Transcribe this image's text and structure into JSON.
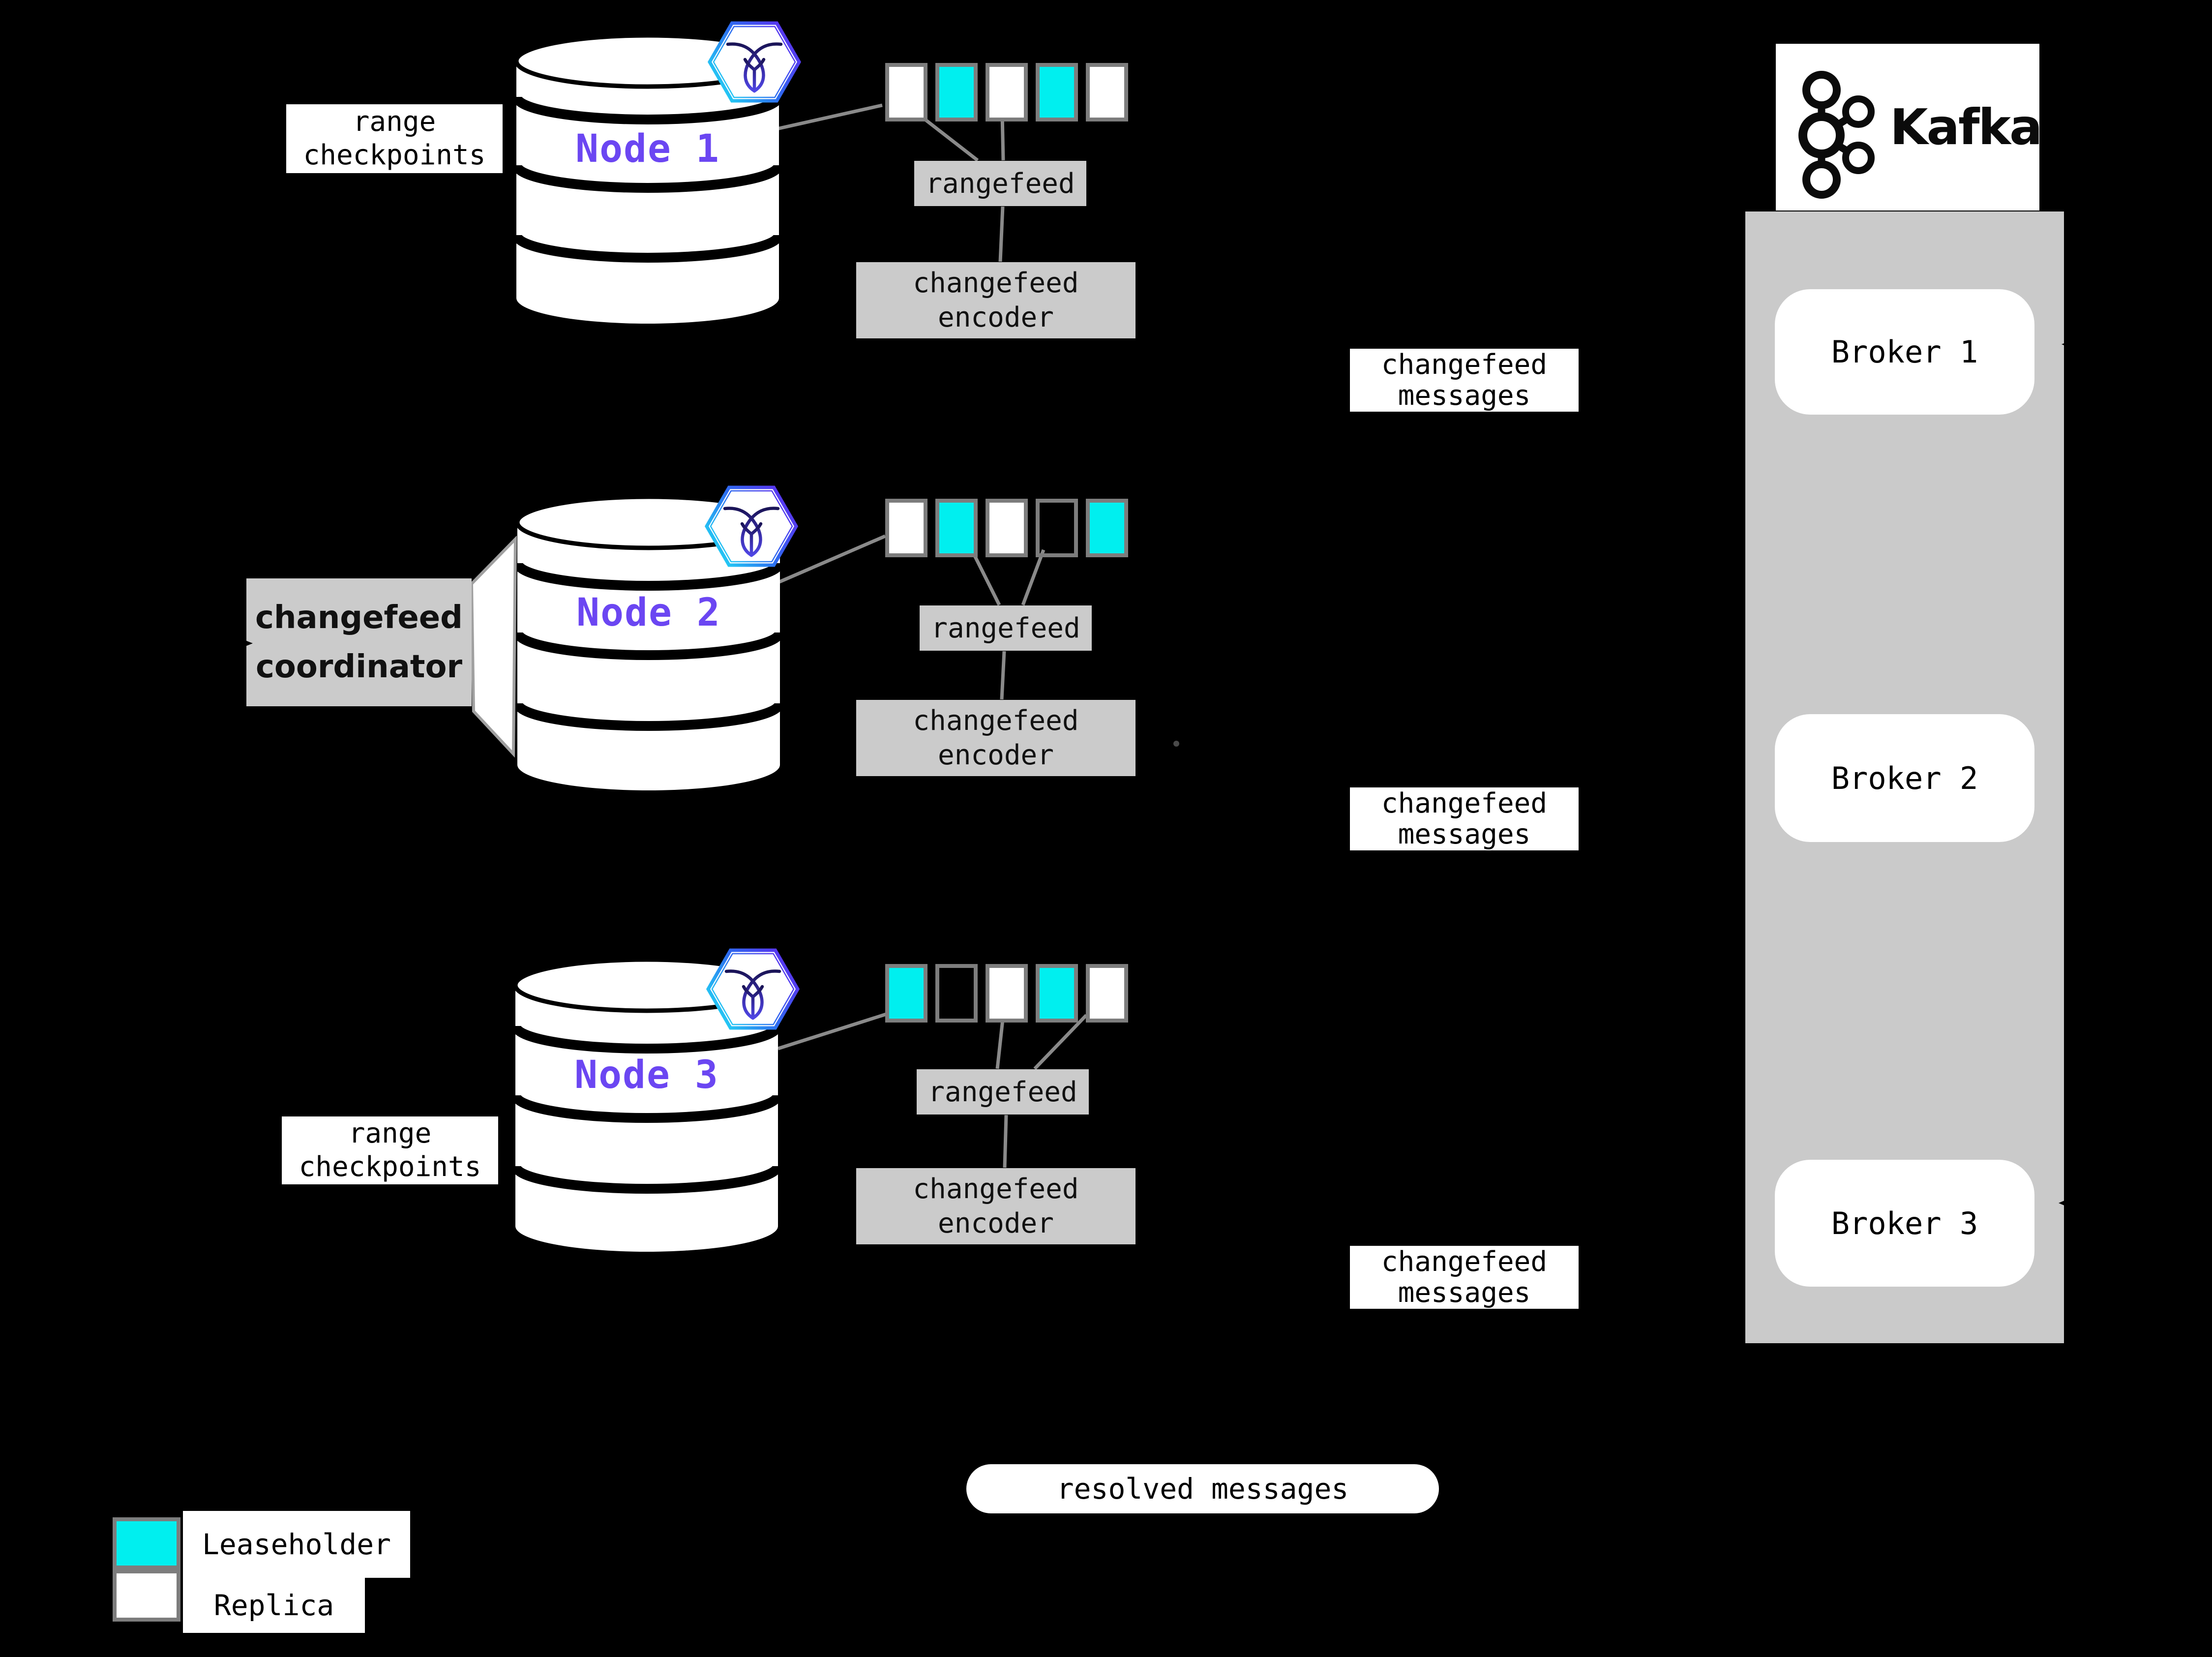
{
  "colors": {
    "background": "#000000",
    "leaseholder": "#00efef",
    "replica": "#ffffff",
    "node_label_purple": "#6b46f2",
    "box_gray": "#cbcbcb",
    "range_border_gray": "#7d7d7d",
    "connector_gray": "#8a8a8a"
  },
  "nodes": [
    {
      "label": "Node 1",
      "side_label": "range\ncheckpoints",
      "rangefeed_label": "rangefeed",
      "encoder_label": "changefeed\nencoder",
      "messages_label": "changefeed\nmessages",
      "ranges": [
        "replica",
        "leaseholder",
        "replica",
        "leaseholder",
        "replica"
      ]
    },
    {
      "label": "Node 2",
      "side_label": "changefeed\ncoordinator",
      "rangefeed_label": "rangefeed",
      "encoder_label": "changefeed\nencoder",
      "messages_label": "changefeed\nmessages",
      "ranges": [
        "replica",
        "leaseholder",
        "replica",
        "none",
        "leaseholder"
      ]
    },
    {
      "label": "Node 3",
      "side_label": "range\ncheckpoints",
      "rangefeed_label": "rangefeed",
      "encoder_label": "changefeed\nencoder",
      "messages_label": "changefeed\nmessages",
      "ranges": [
        "leaseholder",
        "none",
        "replica",
        "leaseholder",
        "replica"
      ]
    }
  ],
  "kafka": {
    "name": "Kafka",
    "brokers": [
      {
        "label": "Broker 1"
      },
      {
        "label": "Broker 2"
      },
      {
        "label": "Broker 3"
      }
    ]
  },
  "resolved_label": "resolved messages",
  "legend": {
    "leaseholder_label": "Leaseholder",
    "replica_label": "Replica"
  }
}
